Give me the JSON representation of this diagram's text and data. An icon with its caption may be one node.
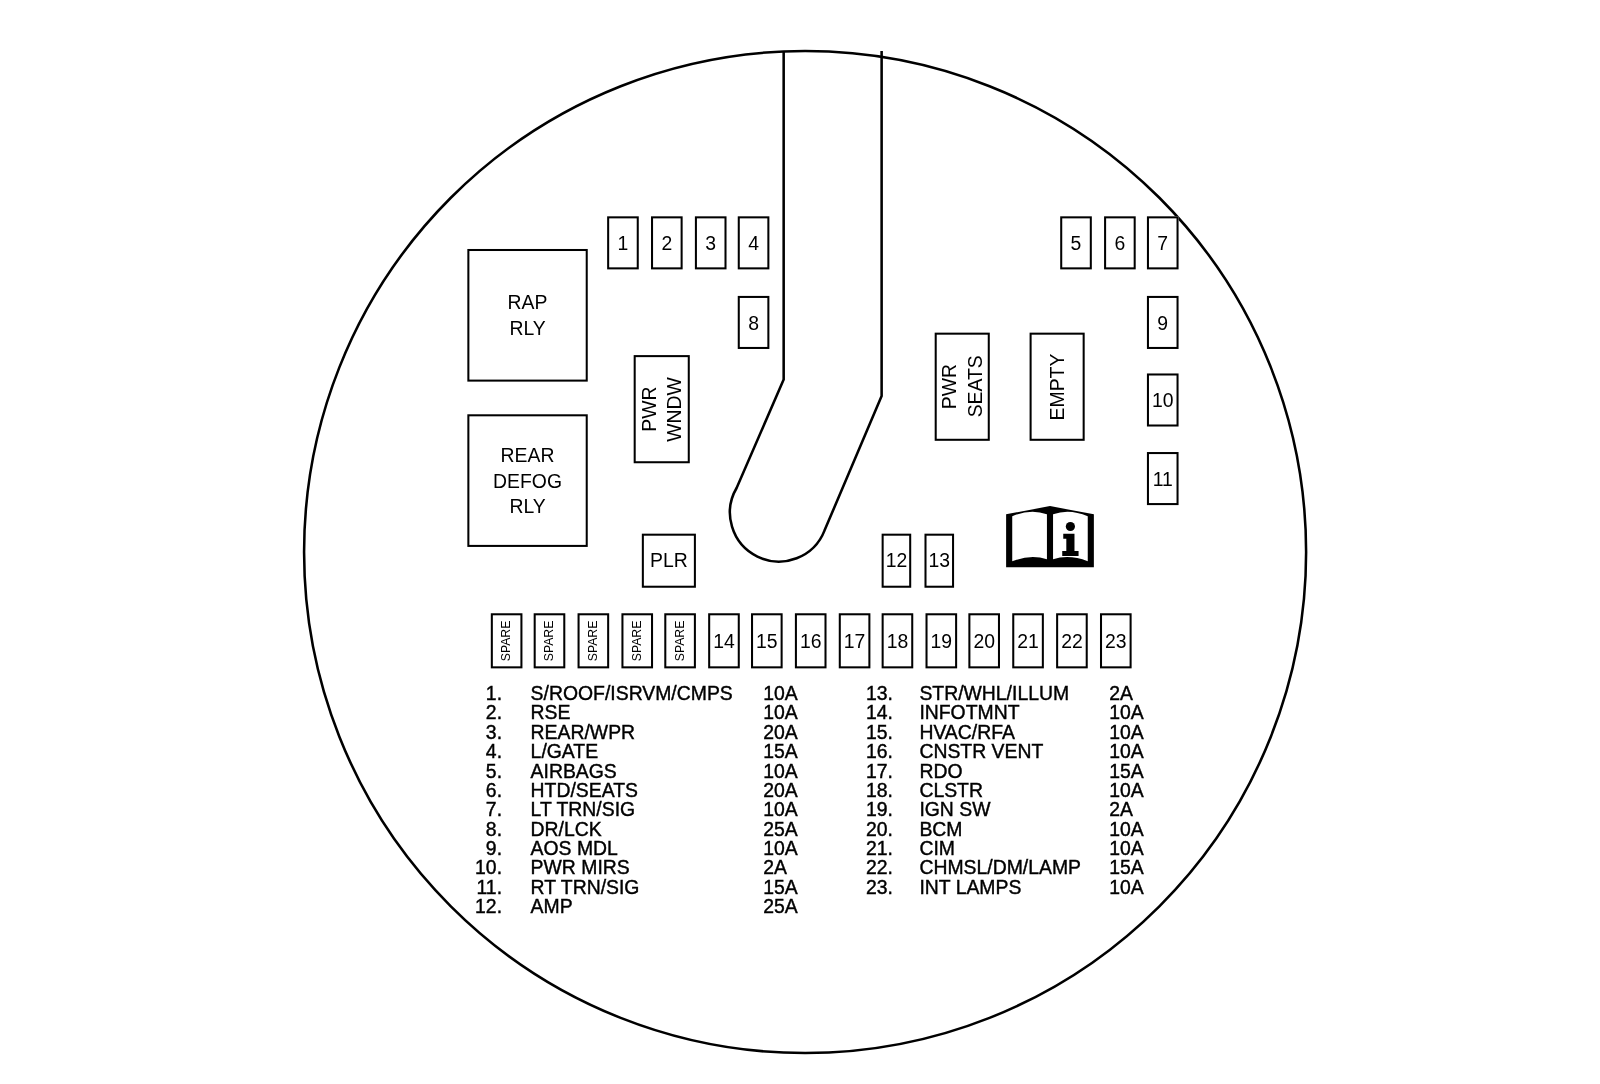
{
  "diagram": {
    "nodes": [
      {
        "text": [
          "1"
        ]
      },
      {
        "text": [
          "2"
        ]
      },
      {
        "text": [
          "3"
        ]
      },
      {
        "text": [
          "4"
        ]
      },
      {
        "text": [
          "5"
        ]
      },
      {
        "text": [
          "6"
        ]
      },
      {
        "text": [
          "7"
        ]
      },
      {
        "text": [
          "RAP RLY"
        ]
      },
      {
        "text": [
          "8"
        ]
      },
      {
        "text": [
          "9"
        ]
      },
      {
        "text": [
          "PWR SEATS"
        ]
      },
      {
        "text": [
          "EMPTY"
        ]
      },
      {
        "text": [
          "PWR WNDW"
        ]
      },
      {
        "text": [
          "10"
        ]
      },
      {
        "text": [
          "REAR DEFOG RLY"
        ]
      },
      {
        "text": [
          "11"
        ]
      },
      {
        "text": [
          "12"
        ]
      },
      {
        "text": [
          "13"
        ]
      },
      {
        "text": [
          "PLR"
        ]
      },
      {
        "text": [
          "SPARE"
        ]
      },
      {
        "text": [
          "SPARE"
        ]
      },
      {
        "text": [
          "SPARE"
        ]
      },
      {
        "text": [
          "SPARE"
        ]
      },
      {
        "text": [
          "SPARE"
        ]
      },
      {
        "text": [
          "14"
        ]
      },
      {
        "text": [
          "15"
        ]
      },
      {
        "text": [
          "16"
        ]
      },
      {
        "text": [
          "17"
        ]
      },
      {
        "text": [
          "18"
        ]
      },
      {
        "text": [
          "19"
        ]
      },
      {
        "text": [
          "20"
        ]
      },
      {
        "text": [
          "21"
        ]
      },
      {
        "text": [
          "22"
        ]
      },
      {
        "text": [
          "23"
        ]
      }
    ],
    "edges": [],
    "labels": [
      "1.",
      "S/ROOF/ISRVM/CMPS",
      "10A",
      "13.",
      "STR/WHL/ILLUM",
      "2A",
      "2.",
      "RSE",
      "10A",
      "14.",
      "INFOTMNT",
      "10A",
      "3.",
      "REAR/WPR",
      "20A",
      "15.",
      "HVAC/RFA",
      "10A",
      "4.",
      "L/GATE",
      "15A",
      "16.",
      "CNSTR VENT",
      "10A",
      "5.",
      "AIRBAGS",
      "10A",
      "17.",
      "RDO",
      "15A",
      "6.",
      "HTD/SEATS",
      "20A",
      "18.",
      "CLSTR",
      "10A",
      "7.",
      "LT TRN/SIG",
      "10A",
      "19.",
      "IGN SW",
      "2A",
      "8.",
      "DR/LCK",
      "25A",
      "20.",
      "BCM",
      "10A",
      "9.",
      "AOS MDL",
      "10A",
      "21.",
      "CIM",
      "10A",
      "10.",
      "PWR MIRS",
      "2A",
      "22.",
      "CHMSL/DM/LAMP",
      "15A",
      "11.",
      "RT TRN/SIG",
      "15A",
      "23.",
      "INT LAMPS",
      "10A",
      "12.",
      "AMP",
      "25A"
    ]
  }
}
